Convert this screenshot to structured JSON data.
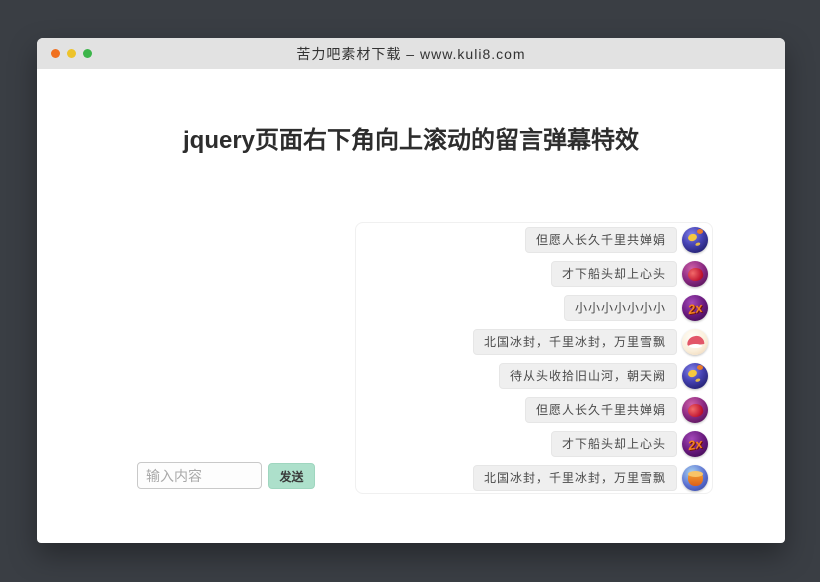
{
  "window": {
    "title": "苦力吧素材下载 – www.kuli8.com",
    "dot_colors": [
      "#f0701f",
      "#edc32b",
      "#3cb54a"
    ]
  },
  "page": {
    "heading": "jquery页面右下角向上滚动的留言弹幕特效"
  },
  "messages": [
    {
      "text": "但愿人长久千里共婵娟",
      "avatar": "bomb"
    },
    {
      "text": "才下船头却上心头",
      "avatar": "boxing-glove"
    },
    {
      "text": "小小小小小小小",
      "avatar": "2x-badge"
    },
    {
      "text": "北国冰封，千里冰封，万里雪飘",
      "avatar": "dolphin"
    },
    {
      "text": "待从头收拾旧山河，朝天阙",
      "avatar": "bomb"
    },
    {
      "text": "但愿人长久千里共婵娟",
      "avatar": "boxing-glove"
    },
    {
      "text": "才下船头却上心头",
      "avatar": "2x-badge"
    },
    {
      "text": "北国冰封，千里冰封，万里雪飘",
      "avatar": "drum"
    }
  ],
  "icons": {
    "badge_2x_label": "2x",
    "avatar_names": [
      "bomb-icon",
      "boxing-glove-icon",
      "2x-badge-icon",
      "dolphin-icon",
      "drum-icon"
    ]
  },
  "composer": {
    "input_placeholder": "输入内容",
    "input_value": "",
    "send_label": "发送"
  },
  "colors": {
    "page_background": "#3a3e44",
    "titlebar_background": "#e2e2e2",
    "bubble_background": "#efefef",
    "send_button_background": "#ade0cb"
  }
}
